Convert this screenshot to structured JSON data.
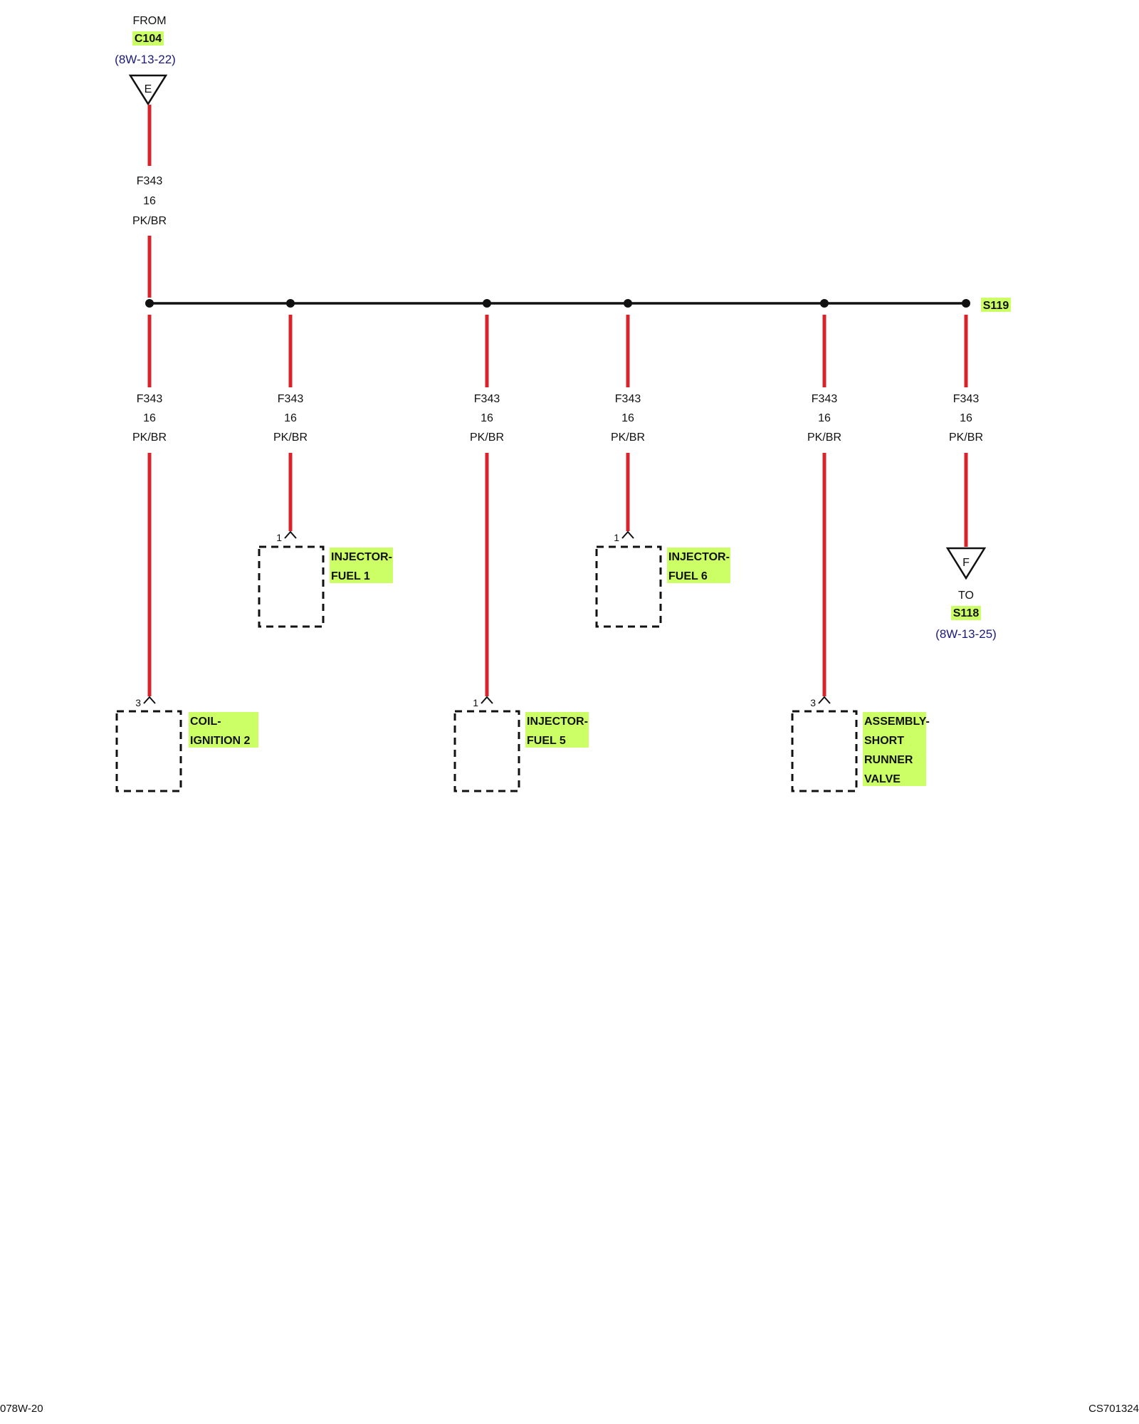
{
  "colors": {
    "wire": "#d8232a",
    "bus": "#111111",
    "highlight": "#ccff66",
    "reference": "#1a1a7a"
  },
  "source": {
    "from_label": "FROM",
    "connector": "C104",
    "page_ref": "(8W-13-22)",
    "tag": "E",
    "wire": {
      "circuit": "F343",
      "gauge": "16",
      "color": "PK/BR"
    }
  },
  "splice": {
    "id": "S119"
  },
  "branches": [
    {
      "circuit": "F343",
      "gauge": "16",
      "color": "PK/BR",
      "pin": "3",
      "component": [
        "COIL-",
        "IGNITION 2"
      ]
    },
    {
      "circuit": "F343",
      "gauge": "16",
      "color": "PK/BR",
      "pin": "1",
      "component": [
        "INJECTOR-",
        "FUEL 1"
      ]
    },
    {
      "circuit": "F343",
      "gauge": "16",
      "color": "PK/BR",
      "pin": "1",
      "component": [
        "INJECTOR-",
        "FUEL 5"
      ]
    },
    {
      "circuit": "F343",
      "gauge": "16",
      "color": "PK/BR",
      "pin": "1",
      "component": [
        "INJECTOR-",
        "FUEL 6"
      ]
    },
    {
      "circuit": "F343",
      "gauge": "16",
      "color": "PK/BR",
      "pin": "3",
      "component": [
        "ASSEMBLY-",
        "SHORT",
        "RUNNER",
        "VALVE"
      ]
    },
    {
      "circuit": "F343",
      "gauge": "16",
      "color": "PK/BR",
      "tag": "F",
      "to_label": "TO",
      "connector": "S118",
      "page_ref": "(8W-13-25)"
    }
  ],
  "footer": {
    "left": "078W-20",
    "right": "CS701324"
  }
}
